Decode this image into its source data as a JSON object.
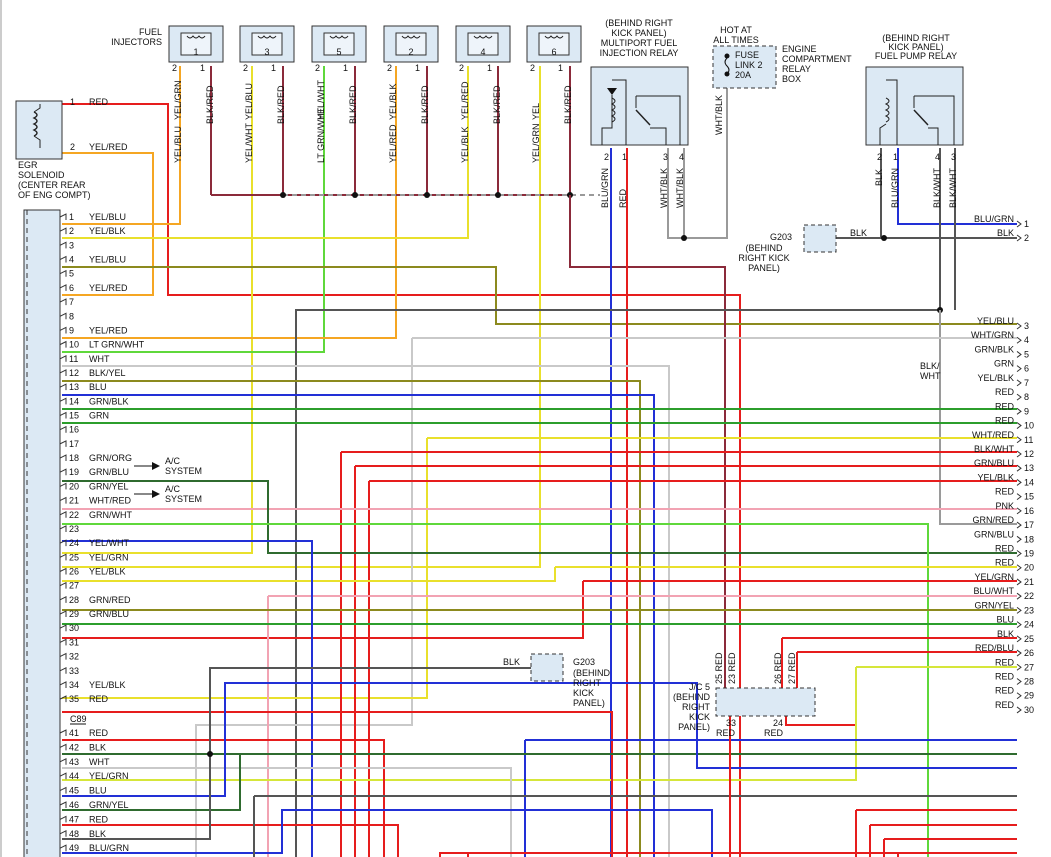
{
  "wire_colors": {
    "RED": "#e61d1d",
    "YEL": "#e9e02c",
    "GRN": "#2c9e2c",
    "LTGRN": "#5fd83b",
    "BLU": "#2230d6",
    "BLK": "#555555",
    "WHT": "#c9c9c9",
    "PNK": "#f2a3b3",
    "ORG": "#f5a623",
    "BRN": "#8b2a3a",
    "OLIVE": "#8c8a1e",
    "GRAY": "#9a9a9a",
    "DKGRN": "#2f6b2f",
    "YGRN": "#d6e63a"
  },
  "injectors": {
    "label": "FUEL\nINJECTORS",
    "units": [
      {
        "num": "1",
        "pin2": "2",
        "pin1": "1",
        "left": "YEL/BLU",
        "right": "BLK/RED",
        "top_left": "YEL/GRN"
      },
      {
        "num": "3",
        "pin2": "2",
        "pin1": "1",
        "left": "YEL/WHT",
        "right": "BLK/RED",
        "top_left": "YEL/BLU"
      },
      {
        "num": "5",
        "pin2": "2",
        "pin1": "1",
        "left": "LT GRN/WHT",
        "right": "BLK/RED",
        "top_left": "YEL/WHT"
      },
      {
        "num": "2",
        "pin2": "2",
        "pin1": "1",
        "left": "YEL/RED",
        "right": "BLK/RED",
        "top_left": "YEL/BLK"
      },
      {
        "num": "4",
        "pin2": "2",
        "pin1": "1",
        "left": "YEL/BLK",
        "right": "BLK/RED",
        "top_left": "YEL/RED"
      },
      {
        "num": "6",
        "pin2": "2",
        "pin1": "1",
        "left": "YEL/GRN",
        "right": "BLK/RED",
        "top_left": "YEL"
      }
    ]
  },
  "mpfi_relay": {
    "label": "(BEHIND RIGHT\nKICK PANEL)\nMULTIPORT FUEL\nINJECTION RELAY",
    "pins": [
      "2",
      "1",
      "3",
      "4"
    ],
    "wires": [
      "BLU/GRN",
      "RED",
      "WHT/BLK",
      "WHT/BLK"
    ]
  },
  "hot_label": "HOT AT\nALL TIMES",
  "fuse": {
    "text": "FUSE\nLINK 2\n20A",
    "box_label": "ENGINE\nCOMPARTMENT\nRELAY\nBOX",
    "wire": "WHT/BLK"
  },
  "fuel_pump_relay": {
    "label": "(BEHIND RIGHT\nKICK PANEL)\nFUEL PUMP RELAY",
    "pins": [
      "2",
      "1",
      "4",
      "3"
    ],
    "wires": [
      "BLK",
      "BLU/GRN",
      "BLK/WHT",
      "BLK/WHT"
    ]
  },
  "egr": {
    "label": "EGR\nSOLENOID\n(CENTER REAR\nOF ENG COMPT)",
    "pins": [
      {
        "pin": "1",
        "wire": "RED"
      },
      {
        "pin": "2",
        "wire": "YEL/RED"
      }
    ]
  },
  "g203_top": {
    "label": "G203",
    "note": "(BEHIND\nRIGHT KICK\nPANEL)",
    "wire": "BLK"
  },
  "g203_bottom": {
    "label": "G203",
    "note": "(BEHIND\nRIGHT\nKICK\nPANEL)",
    "wire": "BLK"
  },
  "right_labels": {
    "blk_wht_vertical": "BLK/\nWHT"
  },
  "jc5": {
    "label": "J/C 5\n(BEHIND\nRIGHT\nKICK\nPANEL)",
    "top_pins": [
      {
        "pin": "25",
        "wire": "RED"
      },
      {
        "pin": "23",
        "wire": "RED"
      },
      {
        "pin": "26",
        "wire": "RED"
      },
      {
        "pin": "27",
        "wire": "RED"
      }
    ],
    "bottom_pins": [
      {
        "pin": "33",
        "wire": "RED"
      },
      {
        "pin": "24",
        "wire": "RED"
      }
    ]
  },
  "connector_c89": "C89",
  "ac_system": "A/C\nSYSTEM",
  "left_pins": [
    {
      "pin": "1",
      "wire": "YEL/BLU"
    },
    {
      "pin": "2",
      "wire": "YEL/BLK"
    },
    {
      "pin": "3",
      "wire": ""
    },
    {
      "pin": "4",
      "wire": "YEL/BLU"
    },
    {
      "pin": "5",
      "wire": ""
    },
    {
      "pin": "6",
      "wire": "YEL/RED"
    },
    {
      "pin": "7",
      "wire": ""
    },
    {
      "pin": "8",
      "wire": ""
    },
    {
      "pin": "9",
      "wire": "YEL/RED"
    },
    {
      "pin": "10",
      "wire": "LT GRN/WHT"
    },
    {
      "pin": "11",
      "wire": "WHT"
    },
    {
      "pin": "12",
      "wire": "BLK/YEL"
    },
    {
      "pin": "13",
      "wire": "BLU"
    },
    {
      "pin": "14",
      "wire": "GRN/BLK"
    },
    {
      "pin": "15",
      "wire": "GRN"
    },
    {
      "pin": "16",
      "wire": ""
    },
    {
      "pin": "17",
      "wire": ""
    },
    {
      "pin": "18",
      "wire": "GRN/ORG"
    },
    {
      "pin": "19",
      "wire": "GRN/BLU"
    },
    {
      "pin": "20",
      "wire": "GRN/YEL"
    },
    {
      "pin": "21",
      "wire": "WHT/RED"
    },
    {
      "pin": "22",
      "wire": "GRN/WHT"
    },
    {
      "pin": "23",
      "wire": ""
    },
    {
      "pin": "24",
      "wire": "YEL/WHT"
    },
    {
      "pin": "25",
      "wire": "YEL/GRN"
    },
    {
      "pin": "26",
      "wire": "YEL/BLK"
    },
    {
      "pin": "27",
      "wire": ""
    },
    {
      "pin": "28",
      "wire": "GRN/RED"
    },
    {
      "pin": "29",
      "wire": "GRN/BLU"
    },
    {
      "pin": "30",
      "wire": ""
    },
    {
      "pin": "31",
      "wire": ""
    },
    {
      "pin": "32",
      "wire": ""
    },
    {
      "pin": "33",
      "wire": ""
    },
    {
      "pin": "34",
      "wire": "YEL/BLK"
    },
    {
      "pin": "35",
      "wire": "RED"
    },
    {
      "pin": "41",
      "wire": "RED"
    },
    {
      "pin": "42",
      "wire": "BLK"
    },
    {
      "pin": "43",
      "wire": "WHT"
    },
    {
      "pin": "44",
      "wire": "YEL/GRN"
    },
    {
      "pin": "45",
      "wire": "BLU"
    },
    {
      "pin": "46",
      "wire": "GRN/YEL"
    },
    {
      "pin": "47",
      "wire": "RED"
    },
    {
      "pin": "48",
      "wire": "BLK"
    },
    {
      "pin": "49",
      "wire": "BLU/GRN"
    }
  ],
  "right_pins": [
    {
      "pin": "1",
      "wire": "BLU/GRN"
    },
    {
      "pin": "2",
      "wire": "BLK"
    },
    {
      "pin": "3",
      "wire": "YEL/BLU"
    },
    {
      "pin": "4",
      "wire": "WHT/GRN"
    },
    {
      "pin": "5",
      "wire": "GRN/BLK"
    },
    {
      "pin": "6",
      "wire": "GRN"
    },
    {
      "pin": "7",
      "wire": "YEL/BLK"
    },
    {
      "pin": "8",
      "wire": "RED"
    },
    {
      "pin": "9",
      "wire": "RED"
    },
    {
      "pin": "10",
      "wire": "RED"
    },
    {
      "pin": "11",
      "wire": "WHT/RED"
    },
    {
      "pin": "12",
      "wire": "BLK/WHT"
    },
    {
      "pin": "13",
      "wire": "GRN/BLU"
    },
    {
      "pin": "14",
      "wire": "YEL/BLK"
    },
    {
      "pin": "15",
      "wire": "RED"
    },
    {
      "pin": "16",
      "wire": "PNK"
    },
    {
      "pin": "17",
      "wire": "GRN/RED"
    },
    {
      "pin": "18",
      "wire": "GRN/BLU"
    },
    {
      "pin": "19",
      "wire": "RED"
    },
    {
      "pin": "20",
      "wire": "RED"
    },
    {
      "pin": "21",
      "wire": "YEL/GRN"
    },
    {
      "pin": "22",
      "wire": "BLU/WHT"
    },
    {
      "pin": "23",
      "wire": "GRN/YEL"
    },
    {
      "pin": "24",
      "wire": "BLU"
    },
    {
      "pin": "25",
      "wire": "BLK"
    },
    {
      "pin": "26",
      "wire": "RED/BLU"
    },
    {
      "pin": "27",
      "wire": "RED"
    },
    {
      "pin": "28",
      "wire": "RED"
    },
    {
      "pin": "29",
      "wire": "RED"
    },
    {
      "pin": "30",
      "wire": "RED"
    }
  ]
}
